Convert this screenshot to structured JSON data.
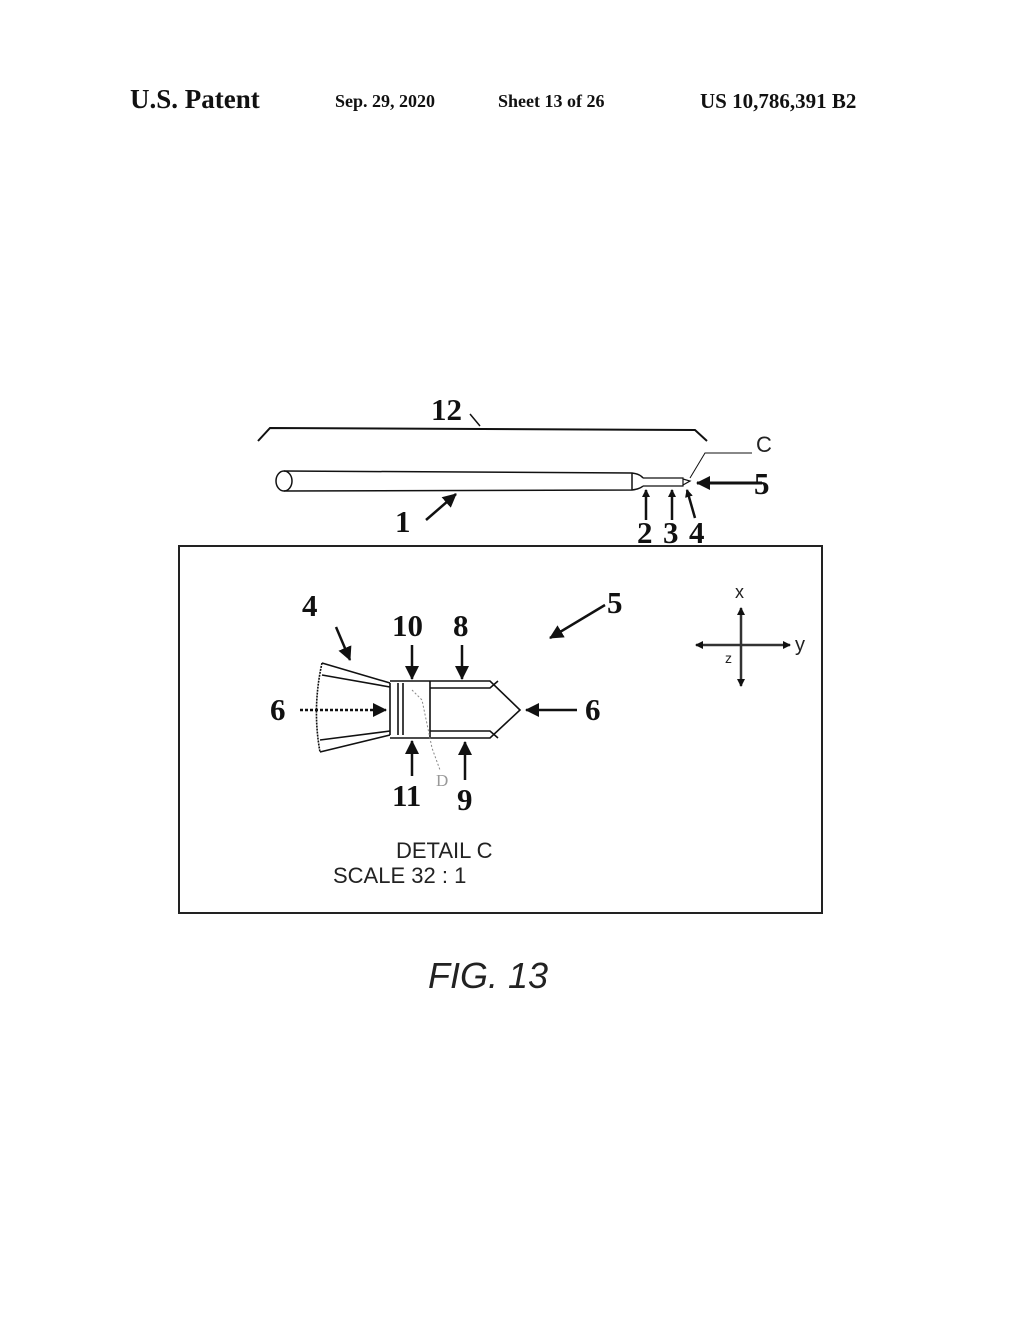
{
  "header": {
    "title": "U.S. Patent",
    "date": "Sep. 29, 2020",
    "sheet": "Sheet 13 of 26",
    "patent_number": "US 10,786,391 B2"
  },
  "figure": {
    "caption": "FIG. 13",
    "overview_labels": {
      "l12": "12",
      "c": "C",
      "l5": "5",
      "l1": "1",
      "l2": "2",
      "l3": "3",
      "l4": "4"
    },
    "detail_labels": {
      "l4": "4",
      "l10": "10",
      "l8": "8",
      "l6_left": "6",
      "l6_right": "6",
      "l11": "11",
      "l9": "9",
      "d": "D",
      "l5": "5"
    },
    "detail_title": "DETAIL C",
    "detail_scale": "SCALE 32 : 1",
    "axes": {
      "x": "x",
      "y": "y",
      "z": "z"
    }
  }
}
